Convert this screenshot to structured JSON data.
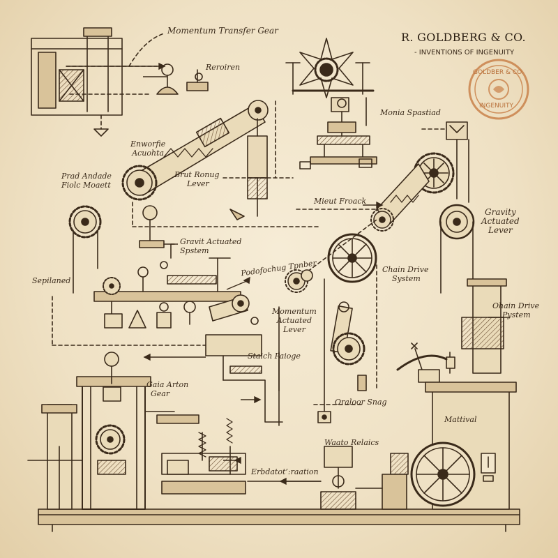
{
  "header": {
    "title": "R. GOLDBERG & CO.",
    "subtitle": "- INVENTIONS OF INGENUITY"
  },
  "stamp": {
    "top_text": "GOLDBER & CO.",
    "bottom_text": "INGENUITY"
  },
  "labels": {
    "momentum_transfer_gear": "Momentum Transfer Gear",
    "reroiren": "Reroiren",
    "enworfie_line1": "Enworfie",
    "enworfie_line2": "Acuohta",
    "prad_line1": "Prad Andade",
    "prad_line2": "Fiolc Moaett",
    "brut_line1": "Brut Ronug",
    "brut_line2": "Lever",
    "monia_spastiad": "Monia Spastiad",
    "mieut_froack": "Mieut Froack",
    "gravity_line1": "Gravity",
    "gravity_line2": "Actuated",
    "gravity_line3": "Lever",
    "gravit_line1": "Gravit Actuated",
    "gravit_line2": "Spstem",
    "podofochug": "Podofochug Tpnber",
    "sepilaned": "Sepilaned",
    "chain_line1": "Chain Drive",
    "chain_line2": "System",
    "momentum_line1": "Momentum",
    "momentum_line2": "Actuated",
    "momentum_line3": "Lever",
    "ohain_line1": "Ohain Drive",
    "ohain_line2": "Pystem",
    "staich_paioge": "Staich Paioge",
    "gaia_line1": "Gaia Arton",
    "gaia_line2": "Gear",
    "oraloor_snag": "Oraloor Snag",
    "mattival": "Mattival",
    "waato_relaics": "Waato Relaics",
    "erbdatot": "Erbdatot’:raation"
  }
}
